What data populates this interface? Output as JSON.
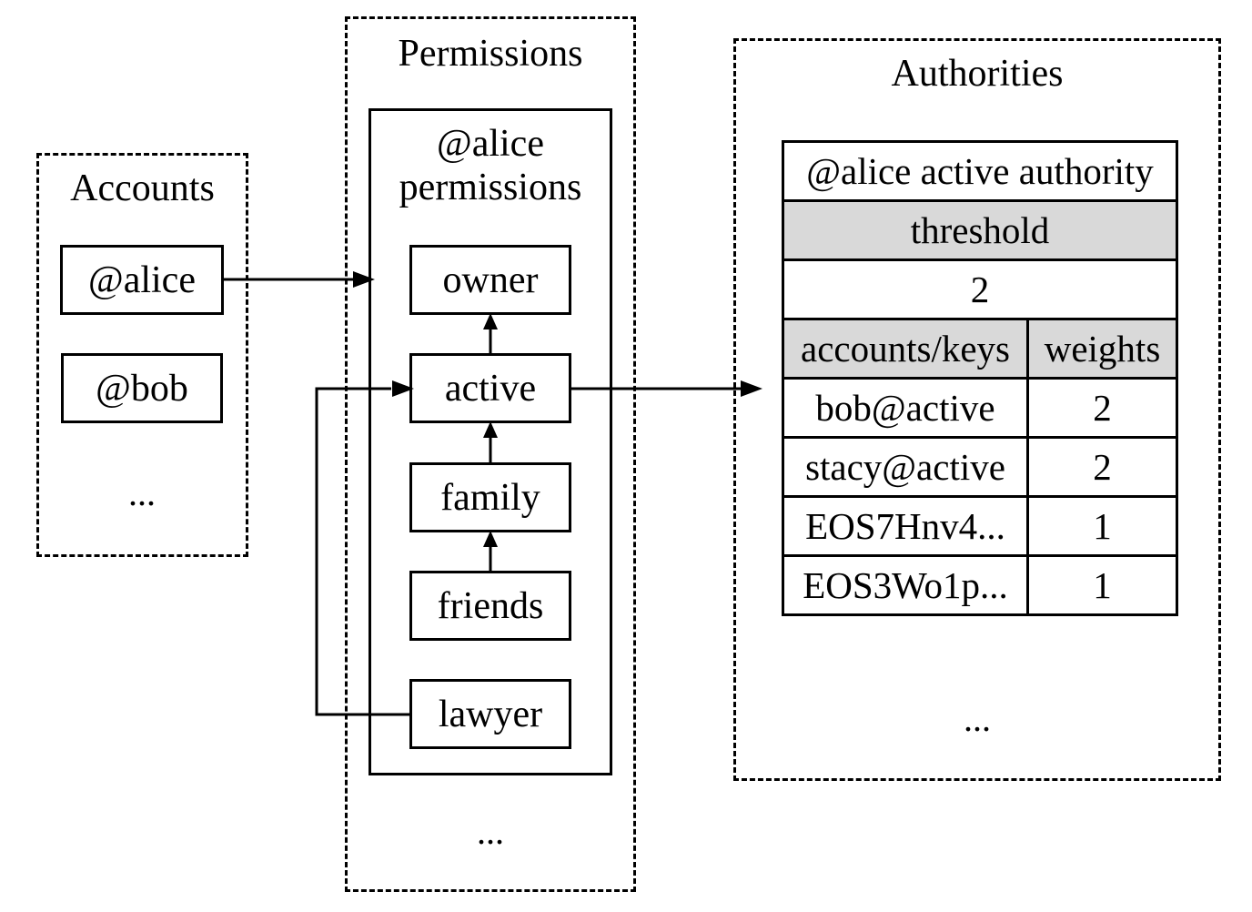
{
  "accounts": {
    "title": "Accounts",
    "items": [
      "@alice",
      "@bob"
    ],
    "more": "..."
  },
  "permissions": {
    "title": "Permissions",
    "inner_title_line1": "@alice",
    "inner_title_line2": "permissions",
    "items": [
      "owner",
      "active",
      "family",
      "friends",
      "lawyer"
    ],
    "more": "..."
  },
  "authorities": {
    "title": "Authorities",
    "table_title": "@alice active authority",
    "threshold_label": "threshold",
    "threshold_value": "2",
    "col_accounts": "accounts/keys",
    "col_weights": "weights",
    "rows": [
      {
        "account": "bob@active",
        "weight": "2"
      },
      {
        "account": "stacy@active",
        "weight": "2"
      },
      {
        "account": "EOS7Hnv4...",
        "weight": "1"
      },
      {
        "account": "EOS3Wo1p...",
        "weight": "1"
      }
    ],
    "more": "..."
  }
}
